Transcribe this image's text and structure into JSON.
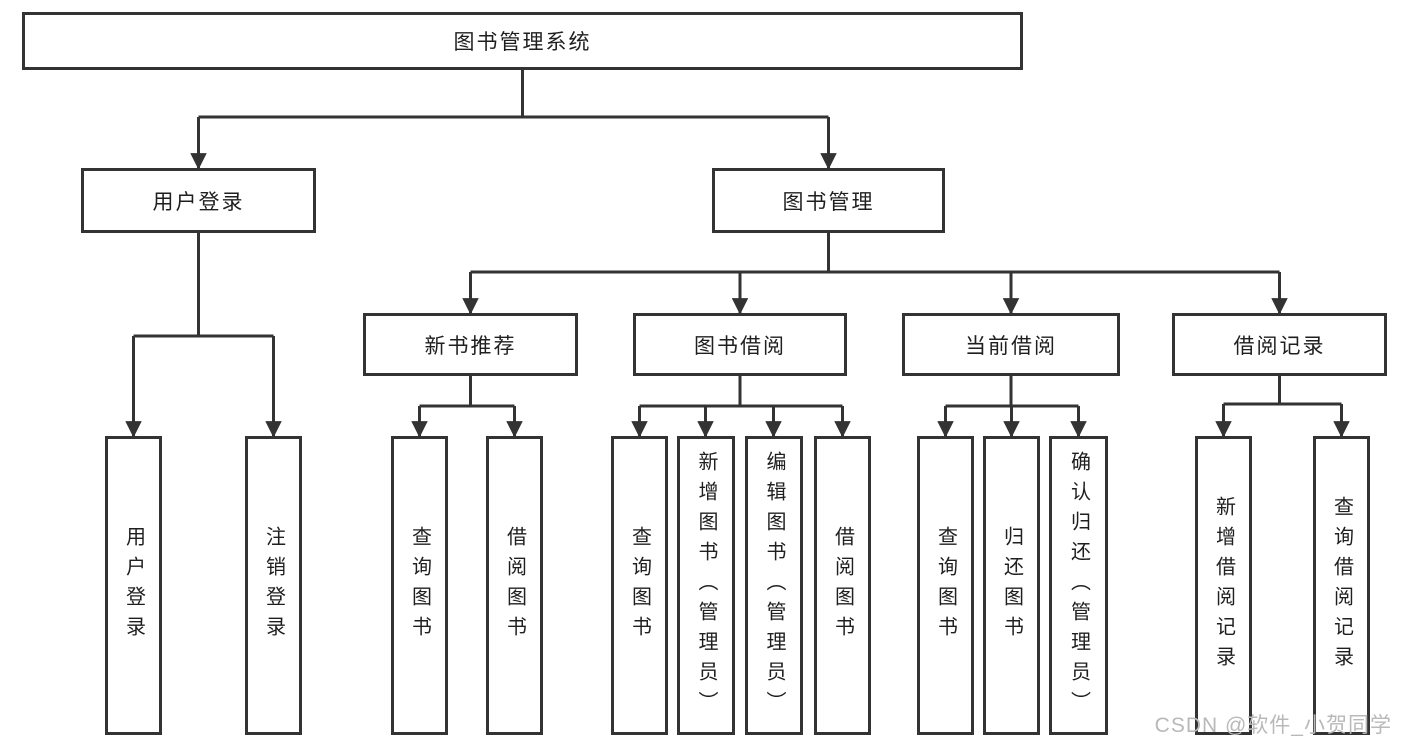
{
  "tree": {
    "root": {
      "label": "图书管理系统"
    },
    "level2": [
      {
        "id": "user-login",
        "label": "用户登录"
      },
      {
        "id": "book-management",
        "label": "图书管理"
      }
    ],
    "level3": [
      {
        "id": "new-book-recommend",
        "label": "新书推荐"
      },
      {
        "id": "book-borrow",
        "label": "图书借阅"
      },
      {
        "id": "current-borrow",
        "label": "当前借阅"
      },
      {
        "id": "borrow-records",
        "label": "借阅记录"
      }
    ],
    "leaves": [
      {
        "id": "user-login-leaf",
        "label": "用户登录"
      },
      {
        "id": "logout",
        "label": "注销登录"
      },
      {
        "id": "query-books-recommend",
        "label": "查询图书"
      },
      {
        "id": "borrow-books-recommend",
        "label": "借阅图书"
      },
      {
        "id": "query-books-borrow",
        "label": "查询图书"
      },
      {
        "id": "add-books-admin",
        "label": "新增图书（管理员）"
      },
      {
        "id": "edit-books-admin",
        "label": "编辑图书（管理员）"
      },
      {
        "id": "borrow-books",
        "label": "借阅图书"
      },
      {
        "id": "query-books-current",
        "label": "查询图书"
      },
      {
        "id": "return-books",
        "label": "归还图书"
      },
      {
        "id": "confirm-return-admin",
        "label": "确认归还（管理员）"
      },
      {
        "id": "add-borrow-record",
        "label": "新增借阅记录"
      },
      {
        "id": "query-borrow-record",
        "label": "查询借阅记录"
      }
    ]
  },
  "watermark": {
    "text": "CSDN @软件_小贺同学"
  },
  "colors": {
    "line": "#333333",
    "text": "#1f1f1f",
    "box_background": "#ffffff",
    "watermark": "#b9b9b9",
    "background": "#ffffff"
  }
}
